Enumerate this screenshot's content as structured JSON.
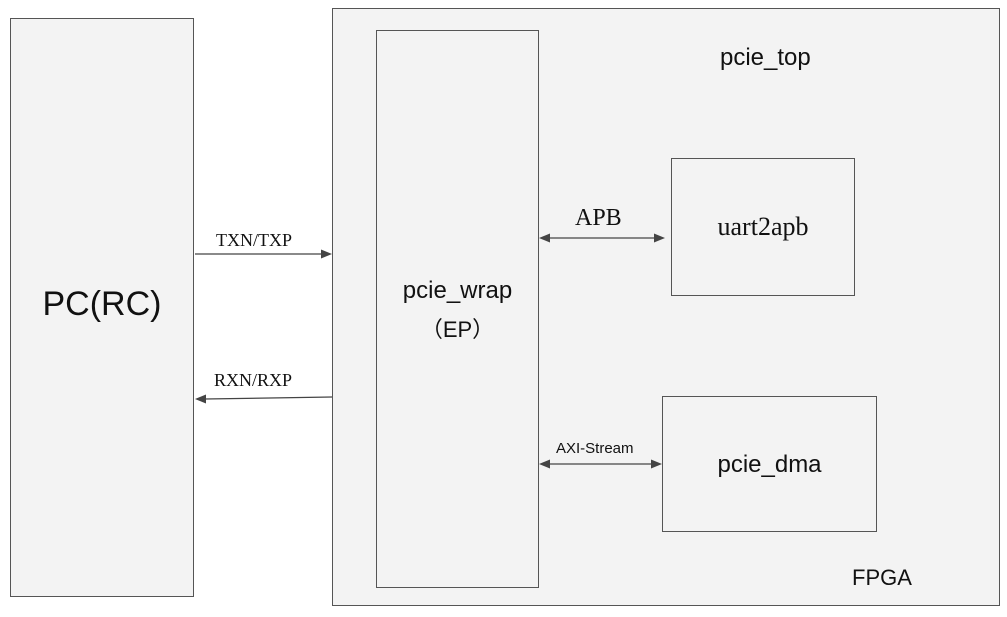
{
  "blocks": {
    "pc": {
      "label": "PC(RC)"
    },
    "fpga": {
      "label": "FPGA",
      "top_label": "pcie_top"
    },
    "pcie_wrap": {
      "line1": "pcie_wrap",
      "line2": "（EP）"
    },
    "uart2apb": {
      "label": "uart2apb"
    },
    "pcie_dma": {
      "label": "pcie_dma"
    }
  },
  "links": {
    "tx": {
      "label": "TXN/TXP"
    },
    "rx": {
      "label": "RXN/RXP"
    },
    "apb": {
      "label": "APB"
    },
    "axi": {
      "label": "AXI-Stream"
    }
  },
  "colors": {
    "block_fill": "#f3f3f3",
    "border": "#555555",
    "arrow": "#444444"
  }
}
